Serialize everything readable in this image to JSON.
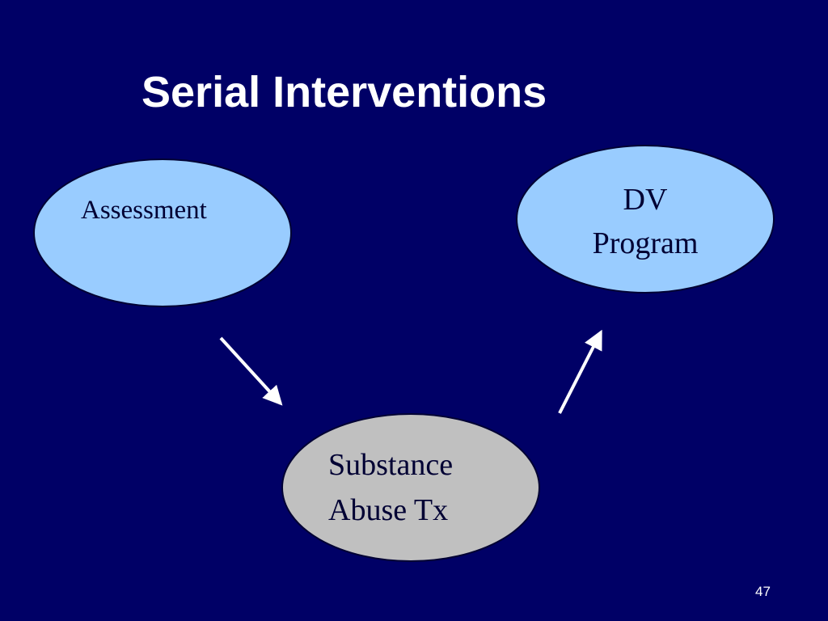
{
  "slide": {
    "title": "Serial Interventions",
    "page_number": "47"
  },
  "diagram": {
    "nodes": {
      "assessment": {
        "label": "Assessment",
        "fill": "#99ccff",
        "stroke": "#000033"
      },
      "dv_program": {
        "lines": [
          "DV",
          "Program"
        ],
        "fill": "#99ccff",
        "stroke": "#000033"
      },
      "substance_abuse": {
        "lines": [
          "Substance",
          "Abuse Tx"
        ],
        "fill": "#c0c0c0",
        "stroke": "#000033"
      }
    },
    "arrows": [
      {
        "from": "Assessment",
        "to": "Substance Abuse Tx",
        "color": "#ffffff"
      },
      {
        "from": "Substance Abuse Tx",
        "to": "DV Program",
        "color": "#ffffff"
      }
    ]
  },
  "colors": {
    "background": "#000066",
    "text": "#ffffff",
    "node_text": "#000033"
  }
}
